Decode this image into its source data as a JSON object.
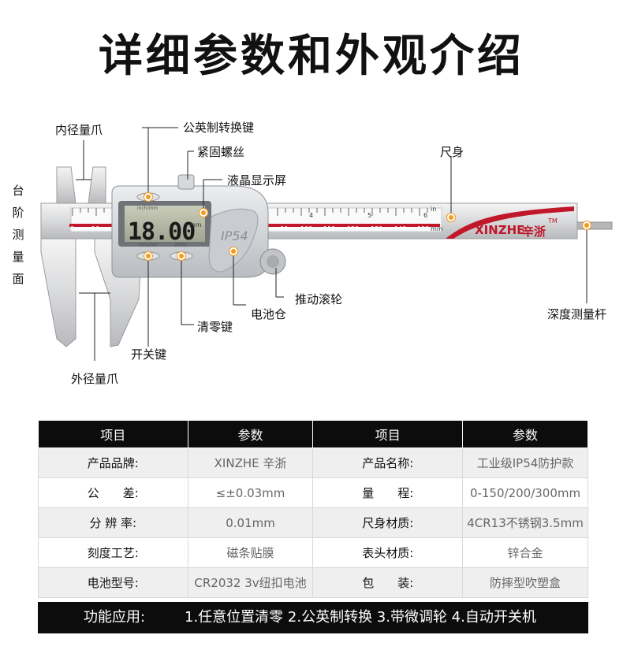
{
  "title": "详细参数和外观介绍",
  "labels": {
    "inner_jaw": "内径量爪",
    "mode_key": "公英制转换键",
    "lock_screw": "紧固螺丝",
    "lcd": "液晶显示屏",
    "beam": "尺身",
    "step": [
      "台",
      "阶",
      "测",
      "量",
      "面"
    ],
    "wheel": "推动滚轮",
    "battery": "电池仓",
    "depth_rod": "深度测量杆",
    "zero_key": "清零键",
    "power_key": "开关键",
    "outer_jaw": "外径量爪"
  },
  "caliper": {
    "display": "18.00",
    "unit": "mm",
    "brand": "XINZHE",
    "brand_cn": "辛浙",
    "tm": "TM",
    "ip": "IP54",
    "btn_mode": "inch/mm",
    "btn_power": "OFF/ON",
    "btn_zero": "ZERO",
    "scale_mm": [
      "0",
      "10",
      "90",
      "100",
      "110",
      "120",
      "130",
      "140",
      "150"
    ],
    "scale_in": [
      "4",
      "5",
      "6"
    ],
    "scale_in_unit": "in",
    "scale_mm_unit": "mm"
  },
  "table": {
    "headers": [
      "项目",
      "参数",
      "项目",
      "参数"
    ],
    "rows": [
      [
        "产品品牌:",
        "XINZHE 辛浙",
        "产品名称:",
        "工业级IP54防护款"
      ],
      [
        "公　　差:",
        "≤±0.03mm",
        "量　　程:",
        "0-150/200/300mm"
      ],
      [
        "分 辨 率:",
        "0.01mm",
        "尺身材质:",
        "4CR13不锈钢3.5mm"
      ],
      [
        "刻度工艺:",
        "磁条贴膜",
        "表头材质:",
        "锌合金"
      ],
      [
        "电池型号:",
        "CR2032 3v纽扣电池",
        "包　　装:",
        "防摔型吹塑盒"
      ]
    ],
    "func_label": "功能应用:",
    "func_value": "1.任意位置清零 2.公英制转换 3.带微调轮 4.自动开关机"
  },
  "colors": {
    "accent": "#f29a1f",
    "header_bg": "#0c0c0c",
    "red": "#c0182a"
  }
}
